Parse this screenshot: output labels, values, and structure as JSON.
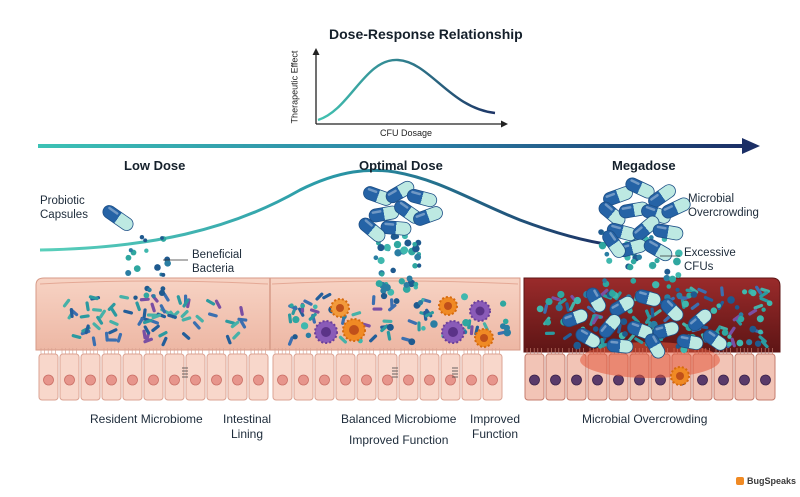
{
  "chart": {
    "title": "Dose-Response Relationship",
    "xlabel": "CFU Dosage",
    "ylabel": "Therapeutic Effect"
  },
  "stages": {
    "low": "Low Dose",
    "optimal": "Optimal Dose",
    "mega": "Megadose"
  },
  "annotations": {
    "probiotic_capsules": [
      "Probiotic",
      "Capsules"
    ],
    "beneficial_bacteria": [
      "Beneficial",
      "Bacteria"
    ],
    "microbial_overcrowding_top": [
      "Microbial",
      "Overcrowding"
    ],
    "excessive_cfus": [
      "Excessive",
      "CFUs"
    ]
  },
  "footer": {
    "resident_microbiome": "Resident Microbiome",
    "intestinal_lining": [
      "Intestinal",
      "Lining"
    ],
    "balanced_microbiome": "Balanced Microbiome",
    "improved_function_1": "Improved Function",
    "improved_function_2": [
      "Improved",
      "Function"
    ],
    "microbial_overcrowding": "Microbial Overcrowding"
  },
  "brand": "BugSpeaks",
  "colors": {
    "teal": "#2fa7a0",
    "navy": "#1f3f73",
    "tissue": "#f3c7b7",
    "tissue_dark": "#7a1f1f",
    "cell": "#f7d3c7",
    "nucleus": "#e7958c",
    "immune_purple": "#8a5bb8",
    "immune_orange": "#f08a24"
  }
}
